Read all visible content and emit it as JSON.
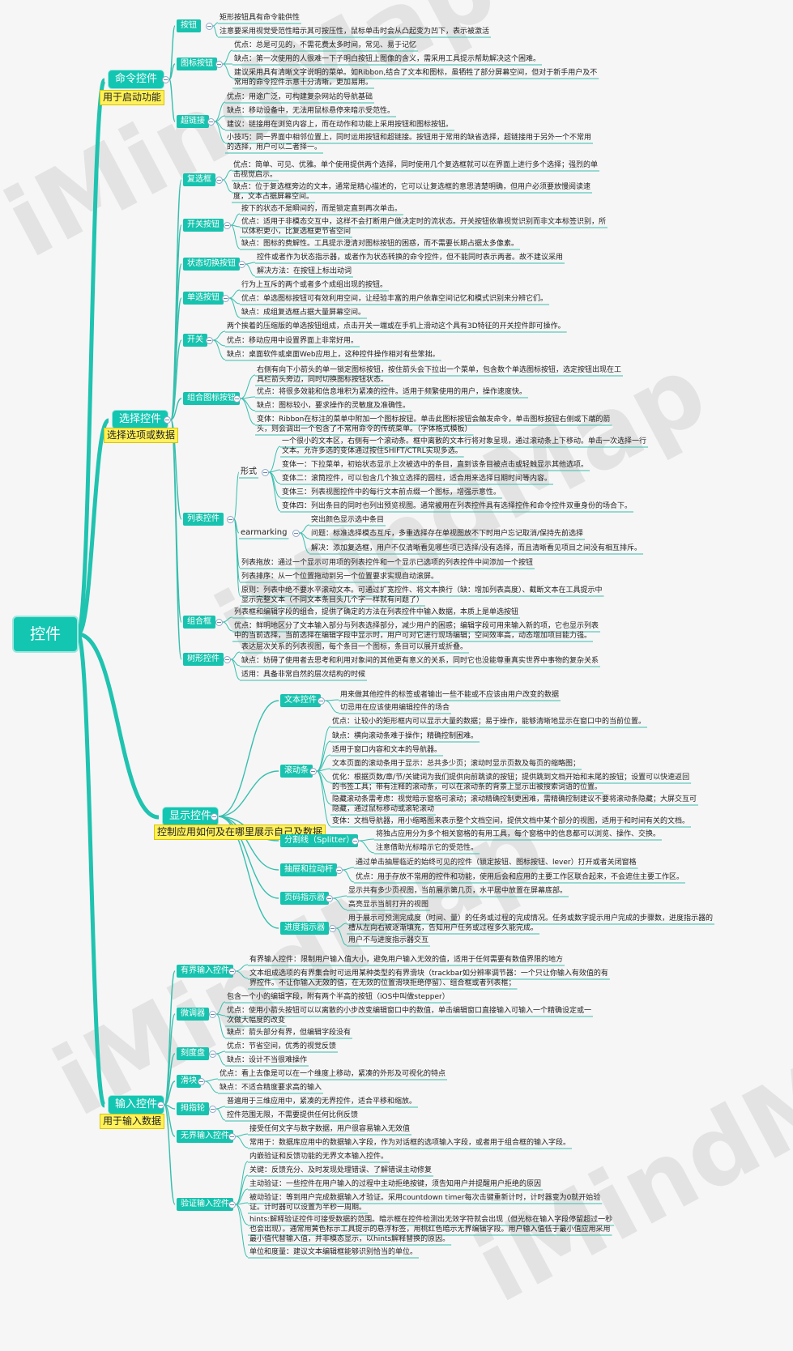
{
  "colors": {
    "branch": "#1fc3b0",
    "wire": "#37bfae",
    "ctl": "#17c3ae",
    "sub": "#fff15a"
  },
  "watermark": "iMindMap",
  "root": {
    "label": "控件"
  },
  "cats": [
    {
      "label": "命令控件",
      "sub": "用于启动功能"
    },
    {
      "label": "选择控件",
      "sub": "选择选项或数据"
    },
    {
      "label": "显示控件",
      "sub": "控制应用如何及在哪里展示自己及数据"
    },
    {
      "label": "输入控件",
      "sub": "用于输入数据"
    }
  ],
  "ctl": [
    "按钮",
    "图标按钮",
    "超链接",
    "复选框",
    "开关按钮",
    "状态切换按钮",
    "单选按钮",
    "开关",
    "组合图标按钮",
    "列表控件",
    "组合框",
    "树形控件",
    "文本控件",
    "滚动条",
    "分割线（Splitter）",
    "抽屉和拉动杆",
    "页码指示器",
    "进度指示器",
    "有界输入控件",
    "微调器",
    "刻度盘",
    "滑块",
    "拇指轮",
    "无界输入控件",
    "验证输入控件"
  ],
  "grp": [
    "形式",
    "earmarking"
  ],
  "items": [
    "矩形按钮具有命令能供性",
    "注意要采用视觉受范性暗示其可按压性，鼠标单击时会从凸起变为凹下，表示被激活",
    "优点：总是可见的，不需花费太多时间，常见、易于记忆",
    "缺点：第一次使用的人很难一下子明白按钮上图像的含义，需采用工具提示帮助解决这个困难。",
    "建议采用具有清晰文字说明的菜单。如Ribbon,结合了文本和图标，虽牺牲了部分屏幕空间，但对于新手用户及不",
    "常用的命令控件示意十分清晰，更加易用。",
    "优点：用途广泛，可构建复杂网站的导航基础",
    "缺点：移动设备中，无法用鼠标悬停来暗示受范性。",
    "建议：链接用在浏览内容上，而在动作和功能上采用按钮和图标按钮。",
    "小技巧：同一界面中相邻位置上，同时运用按钮和超链接。按钮用于常用的缺省选择，超链接用于另外一个不常用",
    "的选择，用户可以二者择一。",
    "优点：简单、可见、优雅。单个使用提供两个选择，同时使用几个复选框就可以在界面上进行多个选择；强烈的单",
    "击视觉启示。",
    "缺点：位于复选框旁边的文本，通常是精心描述的，它可以让复选框的意思清楚明确，但用户必须要放慢阅读速",
    "度，文本占据屏幕空间。",
    "按下的状态不是瞬间的，而是锁定直到再次单击。",
    "优点：适用于非模态交互中，这样不会打断用户做决定时的流状态。开关按钮依靠视觉识别而非文本标签识别，所",
    "以体积更小，比复选框更节省空间",
    "缺点：图标的费解性。工具提示澄清对图标按钮的困惑，而不需要长期占据太多像素。",
    "控件或者作为状态指示器，或者作为状态转换的命令控件，但不能同时表示两者。故不建议采用",
    "解决方法：在按钮上标出动词",
    "行为上互斥的两个或者多个成组出现的按钮。",
    "优点：单选图标按钮可有效利用空间，让经验丰富的用户依靠空间记忆和模式识别来分辨它们。",
    "缺点：成组复选框占据大量屏幕空间。",
    "两个挨着的压缩版的单选按钮组成，点击开关一端或在手机上滑动这个具有3D特征的开关控件即可操作。",
    "优点：移动应用中设置界面上非常好用。",
    "缺点：桌面软件或桌面Web应用上，这种控件操作相对有些笨拙。",
    "右侧有向下小箭头的单一锁定图标按钮，按住箭头会下拉出一个菜单，包含数个单选图标按钮，选定按钮出现在工",
    "具栏箭头旁边，同时切换图标按钮状态。",
    "优点：将很多效能和信息堆积为紧凑的控件。适用于频繁使用的用户，操作速度快。",
    "缺点：图标较小，要求操作的灵敏度及准确性。",
    "变体：Ribbon在标注的菜单中附加一个图标按钮。单击此图标按钮会触发命令，单击图标按钮右侧或下端的箭",
    "头，则会调出一个包含了不常用命令的传统菜单。（字体格式模板）",
    "一个很小的文本区，右侧有一个滚动条。框中离散的文本行将对象呈现，通过滚动条上下移动。单击一次选择一行",
    "文本。允许多选的变体通过按住SHIFT/CTRL实现多选。",
    "变体一：下拉菜单，初始状态显示上次被选中的条目，直到该条目被点击或轻触显示其他选项。",
    "变体二：滚筒控件，可以包含几个独立选择的圆柱，适合用来选择日期时间等内容。",
    "变体三：列表视图控件中的每行文本前点缀一个图标，增强示意性。",
    "变体四：列出条目的同时也列出预览视图。通常被用在列表控件具有选择控件和命令控件双重身份的场合下。",
    "突出颜色显示选中条目",
    "问题：标准选择模态互斥，多重选择存在单视图放不下时用户忘记取消/保持先前选择",
    "解决：添加复选框，用户不仅清晰看见哪些项已选择/没有选择，而且清晰看见项目之间没有相互排斥。",
    "列表拖放：通过一个显示可用项的列表控件和一个显示已选项的列表控件中间添加一个按钮",
    "列表排序：从一个位置拖动到另一个位置要求实现自动滚屏。",
    "原则：列表中绝不要水平滚动文本。可通过扩宽控件、将文本换行（缺：增加列表高度）、截断文本在工具提示中",
    "显示完整文本（不同文本条目头几个字一样就有问题了）",
    "列表框和编辑字段的组合，提供了确定的方法在列表控件中输入数据，本质上是单选按钮",
    "优点：鲜明地区分了文本输入部分与列表选择部分，减少用户的困惑；编辑字段可用来输入新的项，它也显示列表",
    "中的当前选择，当前选择在编辑字段中显示时，用户可对它进行现场编辑；空间效率高，动态增加项目能力强。",
    "表达层次关系的列表视图，每个条目一个图标，条目可以展开或折叠。",
    "缺点：妨碍了使用者去思考和利用对象间的其他更有意义的关系，同时它也没能尊重真实世界中事物的复杂关系",
    "适用：具备非常自然的层次结构的时候",
    "用来做其他控件的标签或者输出一些不能或不应该由用户改变的数据",
    "切忌用在应该使用编辑控件的场合",
    "优点：让较小的矩形框内可以显示大量的数据；易于操作，能够清晰地显示在窗口中的当前位置。",
    "缺点：横向滚动条难于操作；精确控制困难。",
    "适用于窗口内容和文本的导航器。",
    "文本页面的滚动条用于显示：总共多少页；滚动时显示页数及每页的缩略图；",
    "优化：根据页数/章/节/关键词为我们提供向前跳读的按钮；提供跳到文档开始和末尾的按钮；设置可以快速返回",
    "的书签工具；带有注释的滚动条，可以在滚动条的背景上显示出被搜索词语的位置。",
    "隐藏滚动条需考虑：视觉暗示窗格可滚动；滚动精确控制更困难，需精确控制建议不要将滚动条隐藏；大屏交互可",
    "隐藏，通过鼠标移动或滚轮滚动",
    "变体：文档导航器，用小缩略图来表示整个文档空间，提供文档中某个部分的视图，适用于和时间有关的文档。",
    "将独占应用分为多个相关窗格的有用工具，每个窗格中的信息都可以浏览、操作、交换。",
    "注意借助光标暗示它的受范性。",
    "通过单击抽屉临近的始终可见的控件（锁定按钮、图标按钮、lever）打开或者关闭窗格",
    "优点：用于存放不常用的控件和功能，使用后会和应用的主要工作区联合起来，不会遮住主要工作区。",
    "显示共有多少页视图，当前展示第几页，水平居中放置在屏幕底部。",
    "高亮显示当前打开的视图",
    "用于展示可预测完成度（时间、量）的任务或过程的完成情况。任务或数字提示用户完成的步骤数，进度指示器的",
    "槽从左向右被逐渐填充，告知用户任务或过程多久能完成。",
    "用户不与进度指示器交互",
    "有界输入控件：限制用户输入值大小，避免用户输入无效的值，适用于任何需要有数值界限的地方",
    "文本组成选项的有界集合时可运用某种类型的有界滑块（trackbar如分辨率调节器：一个只让你输入有效值的有",
    "界控件。不让你输入无效的值，在无效的位置滑块拒绝停留）、组合框或者列表框；",
    "包含一个小的编辑字段，附有两个半高的按钮（iOS中叫做stepper）",
    "优点：使用小箭头按钮可以以离散的小步改变编辑窗口中的数值，单击编辑窗口直接输入可输入一个精确设定或一",
    "次做大幅度的改变",
    "缺点：箭头部分有界，但编辑字段没有",
    "优点：节省空间，优秀的视觉反馈",
    "缺点：设计不当很难操作",
    "优点：看上去像是可以在一个维度上移动，紧凑的外形及可视化的特点",
    "缺点：不适合精度要求高的输入",
    "普遍用于三维应用中，紧凑的无界控件，适合平移和缩放。",
    "控件范围无限，不需要提供任何比例反馈",
    "接受任何文字与数字数据，用户很容易输入无效值",
    "常用于：数据库应用中的数据输入字段，作为对话框的选项输入字段，或者用于组合框的输入字段。",
    "内嵌验证和反馈功能的无界文本输入控件。",
    "关键：反馈充分、及时发现处理错误、了解错误主动修复",
    "主动验证：一些控件在用户输入的过程中主动拒绝按键，须告知用户并提醒用户拒绝的原因",
    "被动验证：等到用户完成数据输入才验证。采用countdown timer每次击键重新计时，计时器变为0就开始验",
    "证。计时器可以设置为半秒一周期。",
    "hints:解释验证控件可接受数据的范围。暗示框在控件检测出无效字符就会出现（但光标在输入字段停留超过一秒",
    "也会出现）。通常用黄色标示工具提示的悬浮标签，用桃红色暗示无界编辑字段。用户输入值低于最小值应用采用",
    "最小值代替输入值，并非模态显示，以hints解释替换的原因。",
    "单位和度量：建议文本编辑框能够识别恰当的单位。"
  ]
}
